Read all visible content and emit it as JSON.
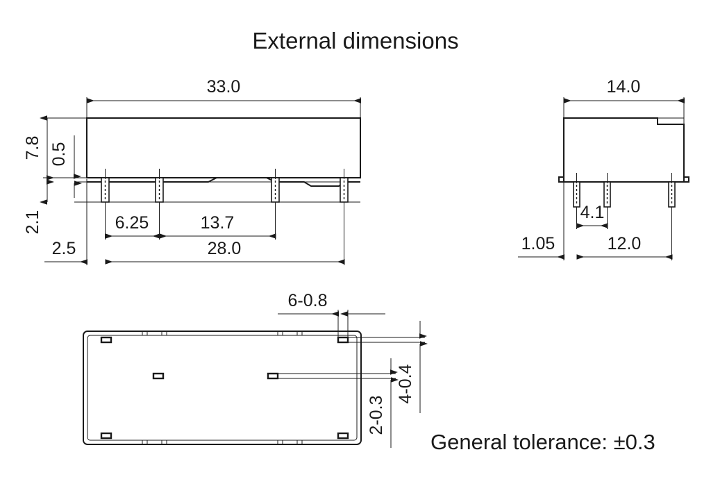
{
  "sheet": {
    "title": "External dimensions",
    "note": "General tolerance: ±0.3",
    "background_color": "#ffffff",
    "line_color": "#1a1a1a"
  },
  "front_view": {
    "name": "front-elevation",
    "dimensions": {
      "overall_length": "33.0",
      "body_height": "7.8",
      "seat_thickness": "0.5",
      "terminal_length": "2.1",
      "left_offset": "2.5",
      "pitch_a": "6.25",
      "pitch_b": "13.7",
      "span_total": "28.0"
    }
  },
  "side_view": {
    "name": "side-elevation",
    "dimensions": {
      "overall_width": "14.0",
      "pin_pitch": "4.1",
      "edge_offset": "1.05",
      "pin_span": "12.0"
    }
  },
  "bottom_view": {
    "name": "bottom-plan",
    "dimensions": {
      "terminal_width": "6-0.8",
      "slot_narrow": "2-0.3",
      "slot_wide": "4-0.4"
    }
  },
  "chart_data": {
    "type": "table",
    "title": "External dimensions",
    "xlabel": "",
    "ylabel": "",
    "categories": [
      "33.0",
      "7.8",
      "0.5",
      "2.1",
      "2.5",
      "6.25",
      "13.7",
      "28.0",
      "14.0",
      "4.1",
      "1.05",
      "12.0",
      "6-0.8",
      "2-0.3",
      "4-0.4"
    ],
    "values": [
      33.0,
      7.8,
      0.5,
      2.1,
      2.5,
      6.25,
      13.7,
      28.0,
      14.0,
      4.1,
      1.05,
      12.0,
      0.8,
      0.3,
      0.4
    ],
    "annotations": [
      "External dimensions",
      "General tolerance: ±0.3"
    ]
  }
}
